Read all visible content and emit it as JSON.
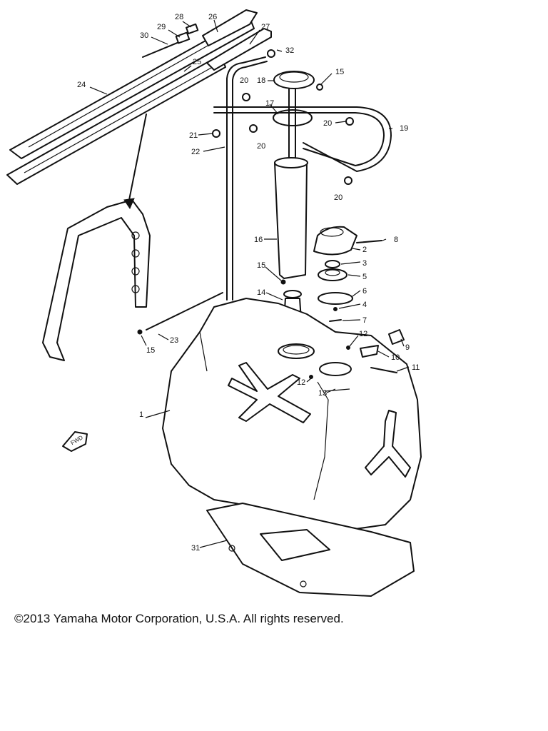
{
  "diagram": {
    "part_labels": [
      "1",
      "2",
      "3",
      "4",
      "5",
      "6",
      "7",
      "8",
      "9",
      "10",
      "11",
      "12",
      "12",
      "13",
      "14",
      "15",
      "15",
      "15",
      "16",
      "17",
      "18",
      "19",
      "20",
      "20",
      "20",
      "20",
      "21",
      "22",
      "23",
      "24",
      "25",
      "26",
      "27",
      "28",
      "29",
      "30",
      "31",
      "32"
    ],
    "direction_marker": "FWD"
  },
  "footer": {
    "copyright": "©2013 Yamaha Motor Corporation, U.S.A. All rights reserved."
  }
}
